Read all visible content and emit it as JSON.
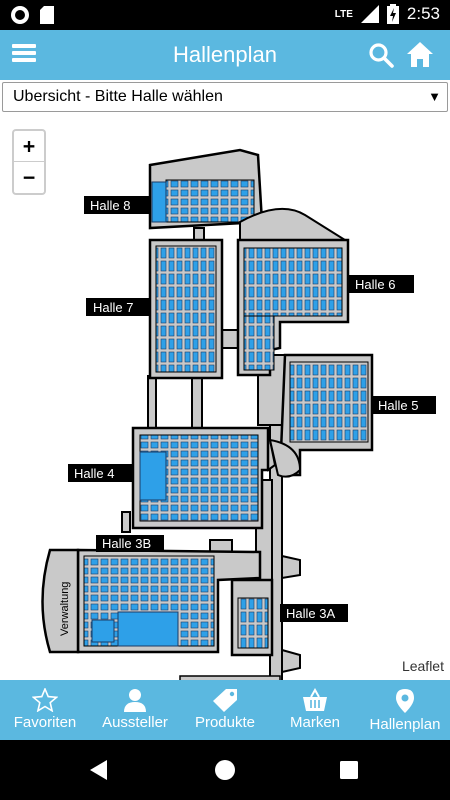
{
  "status_bar": {
    "network": "LTE",
    "time": "2:53"
  },
  "header": {
    "title": "Hallenplan"
  },
  "hall_select": {
    "value": "Ubersicht - Bitte Halle wählen"
  },
  "map": {
    "zoom_in": "+",
    "zoom_out": "−",
    "attribution": "Leaflet",
    "halls": {
      "h8": "Halle 8",
      "h7": "Halle 7",
      "h6": "Halle 6",
      "h5": "Halle 5",
      "h4": "Halle 4",
      "h3b": "Halle 3B",
      "h3a": "Halle 3A",
      "admin": "Verwaltung"
    }
  },
  "bottom_nav": {
    "favoriten": "Favoriten",
    "aussteller": "Aussteller",
    "produkte": "Produkte",
    "marken": "Marken",
    "hallenplan": "Hallenplan"
  },
  "colors": {
    "accent": "#5bb8e0",
    "booth": "#2ea0e8",
    "hall": "#c9c9c9"
  }
}
